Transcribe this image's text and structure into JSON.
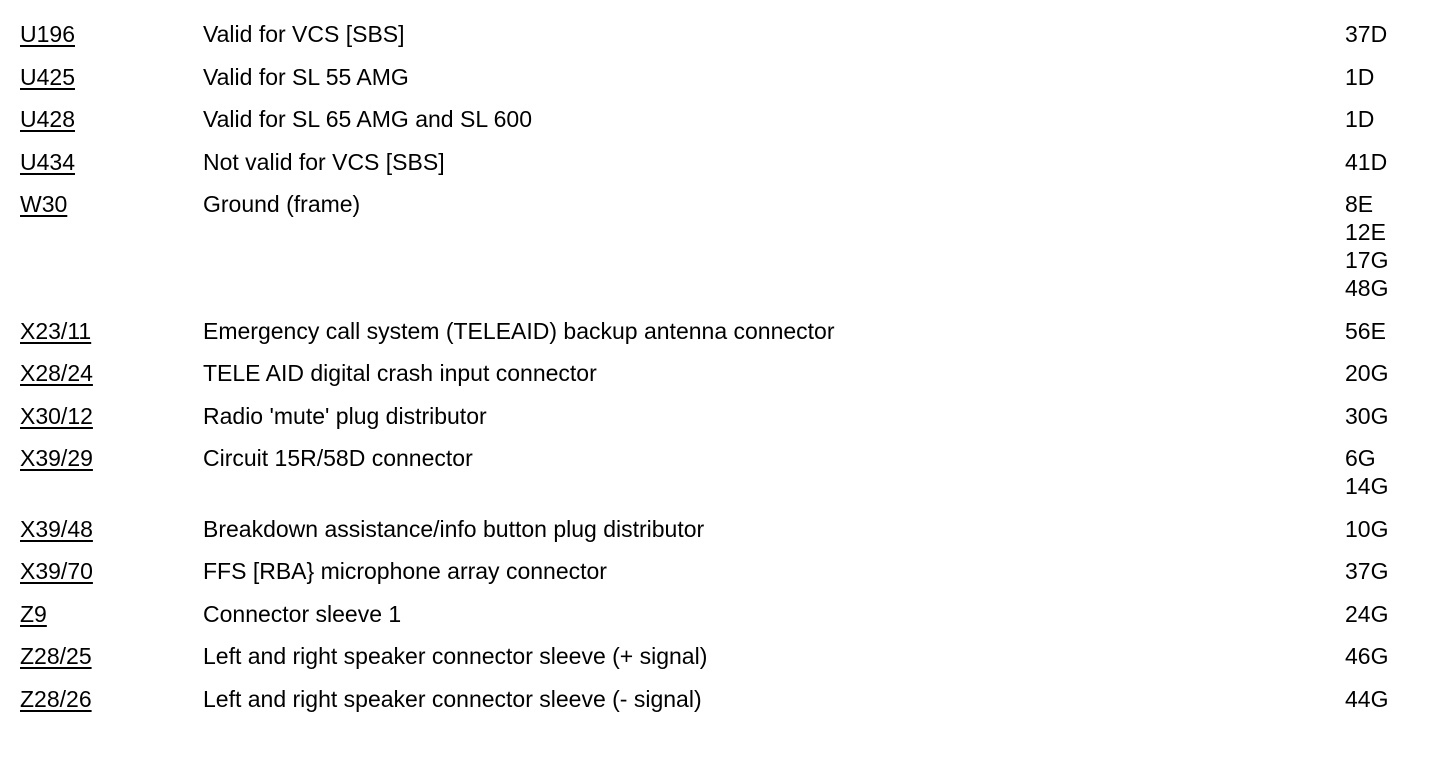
{
  "rows": [
    {
      "code": "U196",
      "description": "Valid for VCS [SBS]",
      "locations": [
        "37D"
      ]
    },
    {
      "code": "U425",
      "description": "Valid for SL 55 AMG",
      "locations": [
        "1D"
      ]
    },
    {
      "code": "U428",
      "description": "Valid for SL 65 AMG and SL 600",
      "locations": [
        "1D"
      ]
    },
    {
      "code": "U434",
      "description": "Not valid for VCS [SBS]",
      "locations": [
        "41D"
      ]
    },
    {
      "code": "W30",
      "description": "Ground (frame)",
      "locations": [
        "8E",
        "12E",
        "17G",
        "48G"
      ]
    },
    {
      "code": "X23/11",
      "description": "Emergency call system (TELEAID) backup antenna connector",
      "locations": [
        "56E"
      ]
    },
    {
      "code": "X28/24",
      "description": "TELE AID digital crash input connector",
      "locations": [
        "20G"
      ]
    },
    {
      "code": "X30/12",
      "description": "Radio 'mute' plug distributor",
      "locations": [
        "30G"
      ]
    },
    {
      "code": "X39/29",
      "description": "Circuit 15R/58D connector",
      "locations": [
        "6G",
        "14G"
      ]
    },
    {
      "code": "X39/48",
      "description": "Breakdown assistance/info button plug distributor",
      "locations": [
        "10G"
      ]
    },
    {
      "code": "X39/70",
      "description": "FFS [RBA} microphone array connector",
      "locations": [
        "37G"
      ]
    },
    {
      "code": "Z9",
      "description": "Connector sleeve 1",
      "locations": [
        "24G"
      ]
    },
    {
      "code": "Z28/25",
      "description": "Left and right speaker connector sleeve (+ signal)",
      "locations": [
        "46G"
      ]
    },
    {
      "code": "Z28/26",
      "description": "Left and right speaker connector sleeve (- signal)",
      "locations": [
        "44G"
      ]
    }
  ]
}
